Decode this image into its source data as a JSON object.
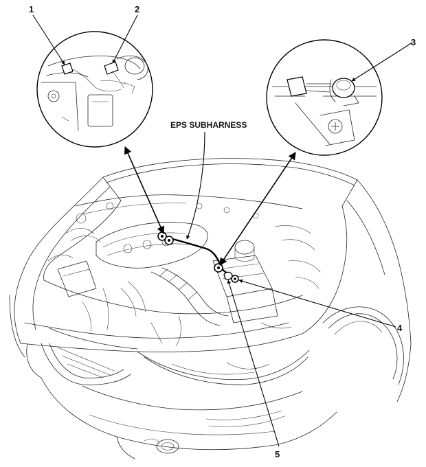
{
  "diagram": {
    "subharness_label": "EPS SUBHARNESS",
    "callouts": [
      "1",
      "2",
      "3",
      "4",
      "5"
    ]
  },
  "colors": {
    "line": "#222222",
    "background": "#ffffff"
  }
}
